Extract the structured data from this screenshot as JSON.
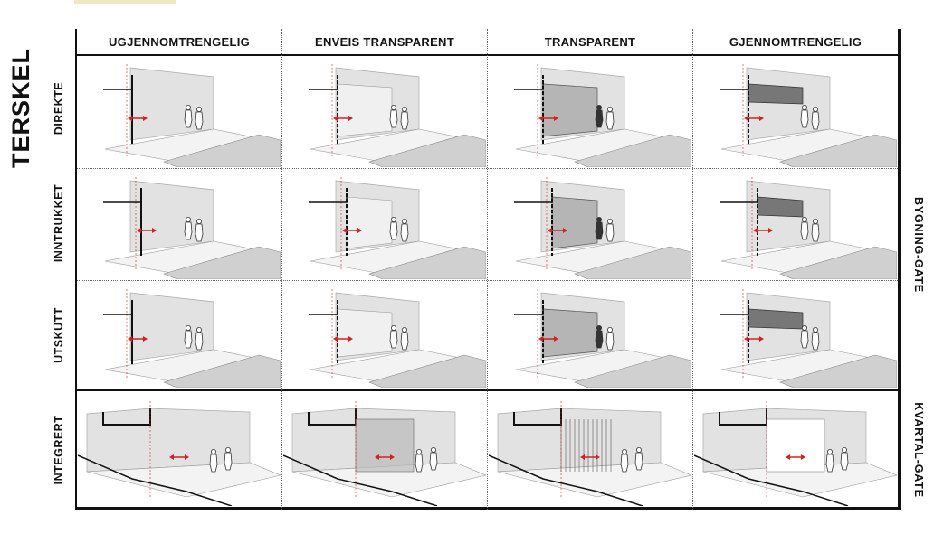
{
  "title": "TERSKEL",
  "columns": [
    "UGJENNOMTRENGELIG",
    "ENVEIS TRANSPARENT",
    "TRANSPARENT",
    "GJENNOMTRENGELIG"
  ],
  "rows": [
    "DIREKTE",
    "INNTRUKKET",
    "UTSKUTT",
    "INTEGRERT"
  ],
  "groups": [
    "BYGNING-GATE",
    "KVARTAL-GATE"
  ],
  "colors": {
    "arrow": "#d62020",
    "line": "#111111",
    "wall": "#e2e2e2",
    "dark_glass": "#8f8f8f"
  }
}
